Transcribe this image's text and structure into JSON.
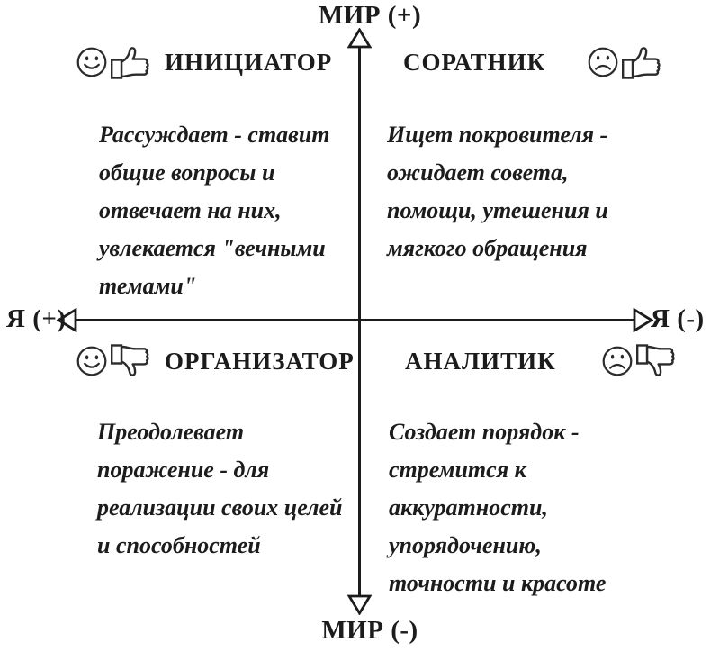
{
  "colors": {
    "ink": "#1c1c1c",
    "background": "#ffffff"
  },
  "axes": {
    "vertical_top_label": "МИР (+)",
    "vertical_bottom_label": "МИР (-)",
    "horizontal_left_label": "Я (+)",
    "horizontal_right_label": "Я (-)"
  },
  "quadrants": [
    {
      "position": "top-left",
      "title": "ИНИЦИАТОР",
      "icons": [
        "happy-face",
        "thumbs-up"
      ],
      "description": "Рассуждает - ставит\nобщие вопросы и\nотвечает на них,\nувлекается \"вечными\nтемами\""
    },
    {
      "position": "top-right",
      "title": "СОРАТНИК",
      "icons": [
        "sad-face",
        "thumbs-up"
      ],
      "description": "Ищет покровителя -\nожидает совета,\nпомощи, утешения и\nмягкого обращения"
    },
    {
      "position": "bottom-left",
      "title": "ОРГАНИЗАТОР",
      "icons": [
        "happy-face",
        "thumbs-down"
      ],
      "description": "Преодолевает\nпоражение - для\nреализации своих целей\nи способностей"
    },
    {
      "position": "bottom-right",
      "title": "АНАЛИТИК",
      "icons": [
        "sad-face",
        "thumbs-down"
      ],
      "description": "Создает порядок -\nстремится к\nаккуратности,\nупорядочению,\nточности и красоте"
    }
  ]
}
